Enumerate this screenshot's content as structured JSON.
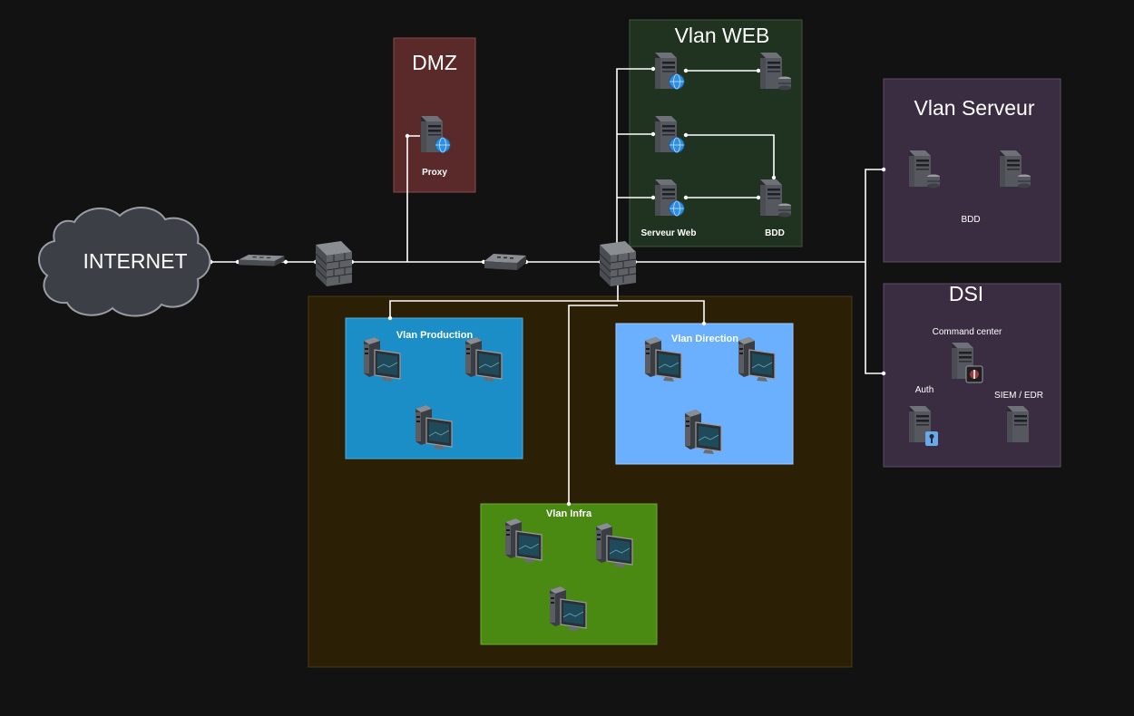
{
  "internet": {
    "label": "INTERNET"
  },
  "zones": {
    "dmz": {
      "title": "DMZ",
      "node_label": "Proxy",
      "color": "#5a2a2a",
      "border": "#8a4a4a"
    },
    "vlan_web": {
      "title": "Vlan WEB",
      "web_label": "Serveur Web",
      "db_label": "BDD",
      "color": "#1f3320",
      "border": "#3d5a3d"
    },
    "vlan_serveur": {
      "title": "Vlan Serveur",
      "node_label": "BDD",
      "color": "#3a2d42",
      "border": "#5d4d68"
    },
    "dsi": {
      "title": "DSI",
      "command_label": "Command center",
      "auth_label": "Auth",
      "siem_label": "SIEM / EDR",
      "color": "#3a2d42",
      "border": "#5d4d68"
    },
    "lan": {
      "color": "#2b1f05",
      "border": "#4a3a15"
    },
    "vlan_production": {
      "title": "Vlan Production",
      "color": "#1b8ec8",
      "border": "#4fb0e0"
    },
    "vlan_direction": {
      "title": "Vlan Direction",
      "color": "#6ab0ff",
      "border": "#9ccaff"
    },
    "vlan_infra": {
      "title": "Vlan Infra",
      "color": "#4a8a12",
      "border": "#6bb030"
    }
  },
  "colors": {
    "background": "#121212",
    "link": "#ffffff",
    "cloud_fill": "#3c3f46",
    "cloud_stroke": "#9a9ca3",
    "accent_blue": "#2e8fe0"
  },
  "icons": {
    "server": "server-icon",
    "database_server": "database-server-icon",
    "web_server": "web-server-icon",
    "firewall": "firewall-icon",
    "switch": "switch-icon",
    "workstation": "workstation-icon",
    "cloud": "cloud-icon"
  }
}
